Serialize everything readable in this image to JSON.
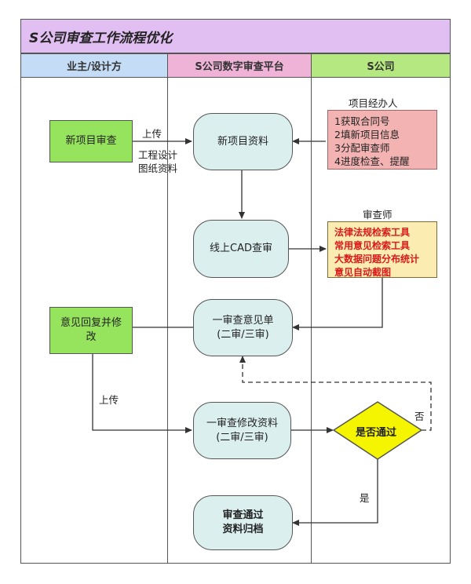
{
  "title": "S公司审查工作流程优化",
  "lanes": {
    "owner": "业主/设计方",
    "platform": "S公司数字审查平台",
    "company": "S公司"
  },
  "nodes": {
    "new_project_review": "新项目审查",
    "new_project_data": "新项目资料",
    "online_cad_review": "线上CAD查审",
    "first_review_opinion": [
      "一审查意见单",
      "(二审/三审)"
    ],
    "reply_and_modify": [
      "意见回复并修",
      "改"
    ],
    "first_review_revision": [
      "一审查修改资料",
      "(二审/三审)"
    ],
    "pass_decision": "是否通过",
    "review_passed_archive": [
      "审查通过",
      "资料归档"
    ]
  },
  "manager": {
    "label": "项目经办人",
    "tasks": [
      "1获取合同号",
      "2填新项目信息",
      "3分配审查师",
      "4进度检查、提醒"
    ]
  },
  "reviewer": {
    "label": "审查师",
    "tools": [
      "法律法规检索工具",
      "常用意见检索工具",
      "大数据问题分布统计",
      "意见自动截图"
    ]
  },
  "edge_labels": {
    "upload_1": "上传",
    "engineering_design": "工程设计",
    "drawing_data": "图纸资料",
    "upload_2": "上传",
    "no": "否",
    "yes": "是"
  },
  "colors": {
    "title_bg": "#e2bff3",
    "owner_lane": "#c4dcf6",
    "platform_lane": "#eeb3d7",
    "company_lane": "#b6e881",
    "process_node": "#dcefef",
    "owner_node": "#96e35e",
    "manager_box": "#f3b3b3",
    "reviewer_box": "#fbecb1",
    "decision": "#f5f500",
    "tool_text": "#d9191b"
  }
}
